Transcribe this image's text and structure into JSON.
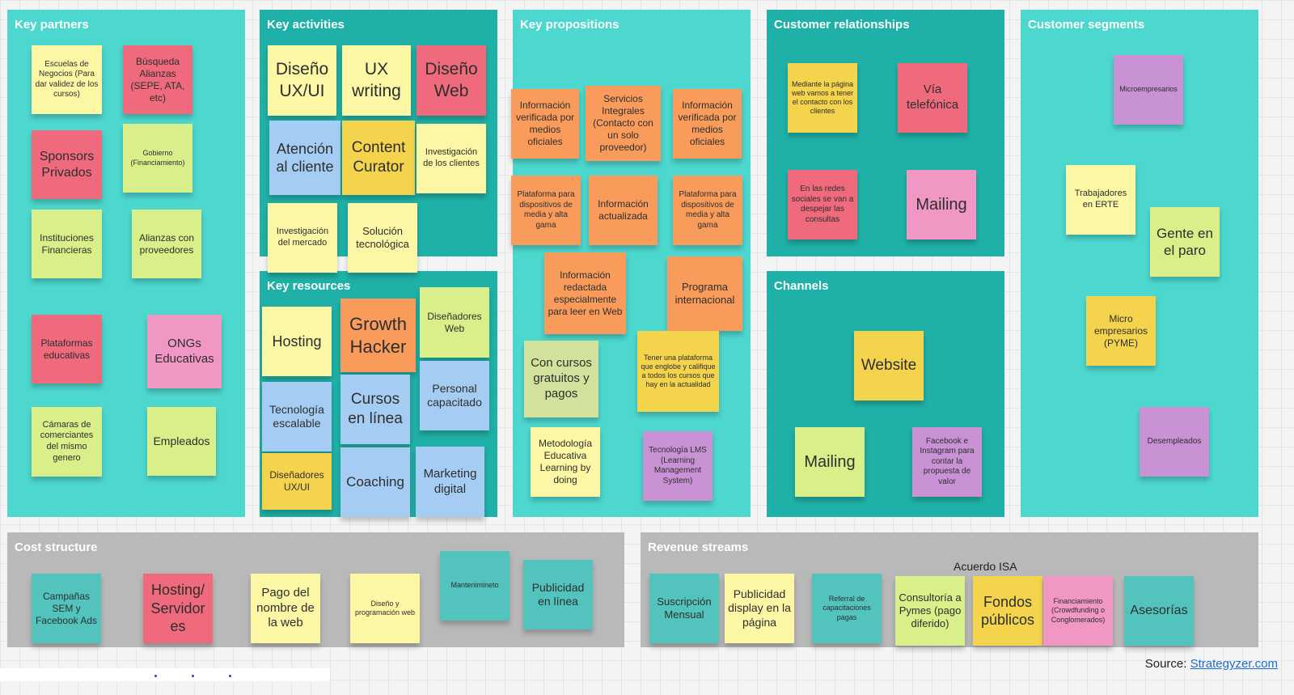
{
  "sections": {
    "key_partners": "Key partners",
    "key_activities": "Key activities",
    "key_resources": "Key resources",
    "key_propositions": "Key propositions",
    "customer_relationships": "Customer relationships",
    "channels": "Channels",
    "customer_segments": "Customer segments",
    "cost_structure": "Cost structure",
    "revenue_streams": "Revenue streams"
  },
  "revenue_note": "Acuerdo ISA",
  "source": {
    "label": "Source:",
    "link": "Strategyzer.com"
  },
  "notes": {
    "kp1": "Escuelas de Negocios (Para dar validez de los cursos)",
    "kp2": "Búsqueda Alianzas (SEPE, ATA, etc)",
    "kp3": "Sponsors Privados",
    "kp4": "Gobierno (Financiamiento)",
    "kp5": "Instituciones Financieras",
    "kp6": "Alianzas con proveedores",
    "kp7": "Plataformas educativas",
    "kp8": "ONGs Educativas",
    "kp9": "Cámaras de comerciantes del mismo genero",
    "kp10": "Empleados",
    "ka1": "Diseño UX/UI",
    "ka2": "UX writing",
    "ka3": "Diseño Web",
    "ka4": "Atención al cliente",
    "ka5": "Content Curator",
    "ka6": "Investigación de los clientes",
    "ka7": "Investigación del mercado",
    "ka8": "Solución tecnológica",
    "kr1": "Hosting",
    "kr2": "Growth Hacker",
    "kr3": "Diseñadores Web",
    "kr4": "Tecnología escalable",
    "kr5": "Cursos en línea",
    "kr6": "Personal capacitado",
    "kr7": "Diseñadores UX/UI",
    "kr8": "Coaching",
    "kr9": "Marketing digital",
    "vp1": "Información verificada por medios oficiales",
    "vp2": "Servicios Integrales (Contacto con un solo proveedor)",
    "vp3": "Información verificada por medios oficiales",
    "vp4": "Plataforma para dispositivos de media y alta gama",
    "vp5": "Información actualizada",
    "vp6": "Plataforma para dispositivos de media y alta gama",
    "vp7": "Información redactada especialmente para leer en Web",
    "vp8": "Programa internacional",
    "vp9": "Con cursos gratuitos y pagos",
    "vp10": "Tener una plataforma que englobe y califique a todos los cursos que hay en la actualidad",
    "vp11": "Metodología Educativa Learning by doing",
    "vp12": "Tecnología LMS (Learning Management System)",
    "cr1": "Mediante la página web vamos a tener el contacto con los clientes",
    "cr2": "Vía telefónica",
    "cr3": "En las redes sociales se van a despejar las consultas",
    "cr4": "Mailing",
    "ch1": "Website",
    "ch2": "Mailing",
    "ch3": "Facebook e Instagram para contar la propuesta de valor",
    "cs1": "Microempresarios",
    "cs2": "Trabajadores en ERTE",
    "cs3": "Gente en el paro",
    "cs4": "Micro empresarios (PYME)",
    "cs5": "Desempleados",
    "co1": "Campañas SEM y Facebook Ads",
    "co2": "Hosting/ Servidor es",
    "co3": "Pago del nombre de la web",
    "co4": "Diseño y programación web",
    "co5": "Mantenimineto",
    "co6": "Publicidad en línea",
    "rs1": "Suscripción Mensual",
    "rs2": "Publicidad display en la página",
    "rs3": "Referral de capacitaciones pagas",
    "rs4": "Consultoría a Pymes (pago diferido)",
    "rs5": "Fondos públicos",
    "rs6": "Financiamiento (Crowdfunding o Conglomerados)",
    "rs7": "Asesorías"
  }
}
